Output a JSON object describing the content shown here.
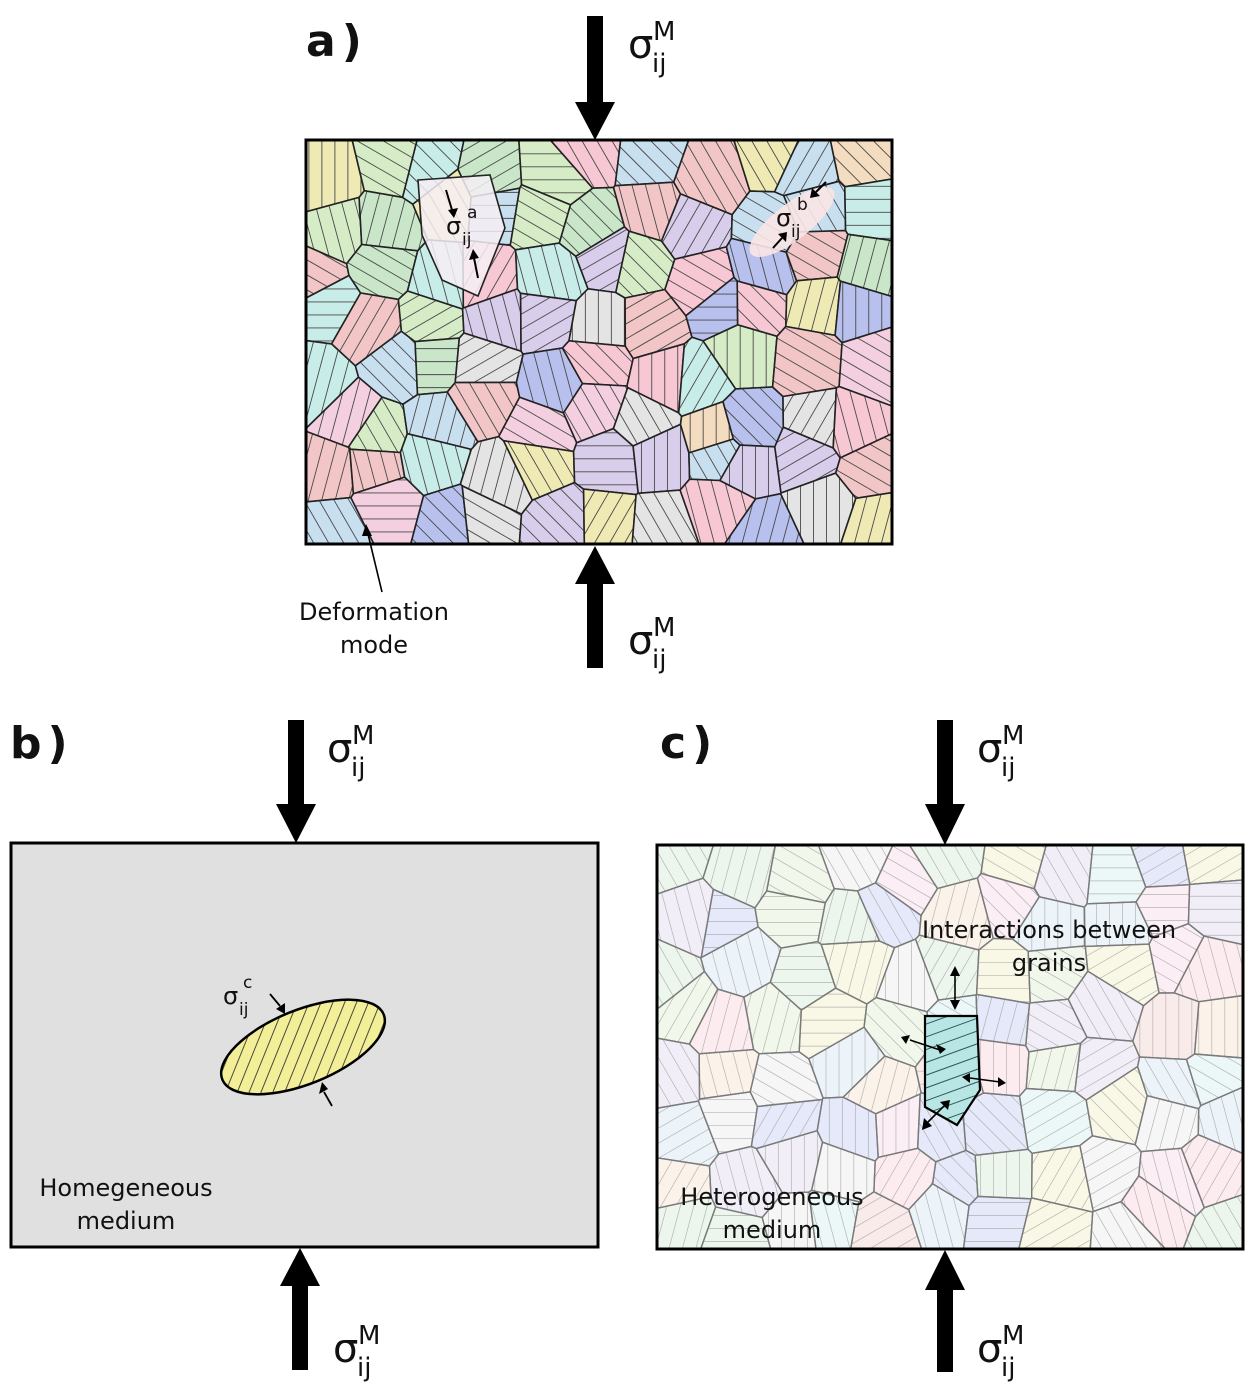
{
  "panels": {
    "a": {
      "label": "a)",
      "sigma_symbol": "σ",
      "sigma_sub": "ij",
      "macro_sup": "M",
      "grain_a_sup": "a",
      "grain_b_sup": "b",
      "deformation_caption": [
        "Deformation",
        "mode"
      ]
    },
    "b": {
      "label": "b)",
      "macro_sup": "M",
      "inclusion_sup": "c",
      "medium_caption": [
        "Homegeneous",
        "medium"
      ],
      "inclusion_color": "#f3ef98",
      "medium_color": "#e0e0e0"
    },
    "c": {
      "label": "c)",
      "macro_sup": "M",
      "interaction_caption": [
        "Interactions between",
        "grains"
      ],
      "medium_caption": [
        "Heterogeneous",
        "medium"
      ],
      "highlight_color": "#b8e6e4"
    }
  },
  "grain_palette": [
    "#f2c6c6",
    "#c9e6c8",
    "#c8dff0",
    "#efe9b4",
    "#d8cdea",
    "#f3cfe0",
    "#c8ece8",
    "#f4dcc0",
    "#b8c0ee",
    "#e4e4e4",
    "#f7c8d4",
    "#d6ecc6"
  ]
}
